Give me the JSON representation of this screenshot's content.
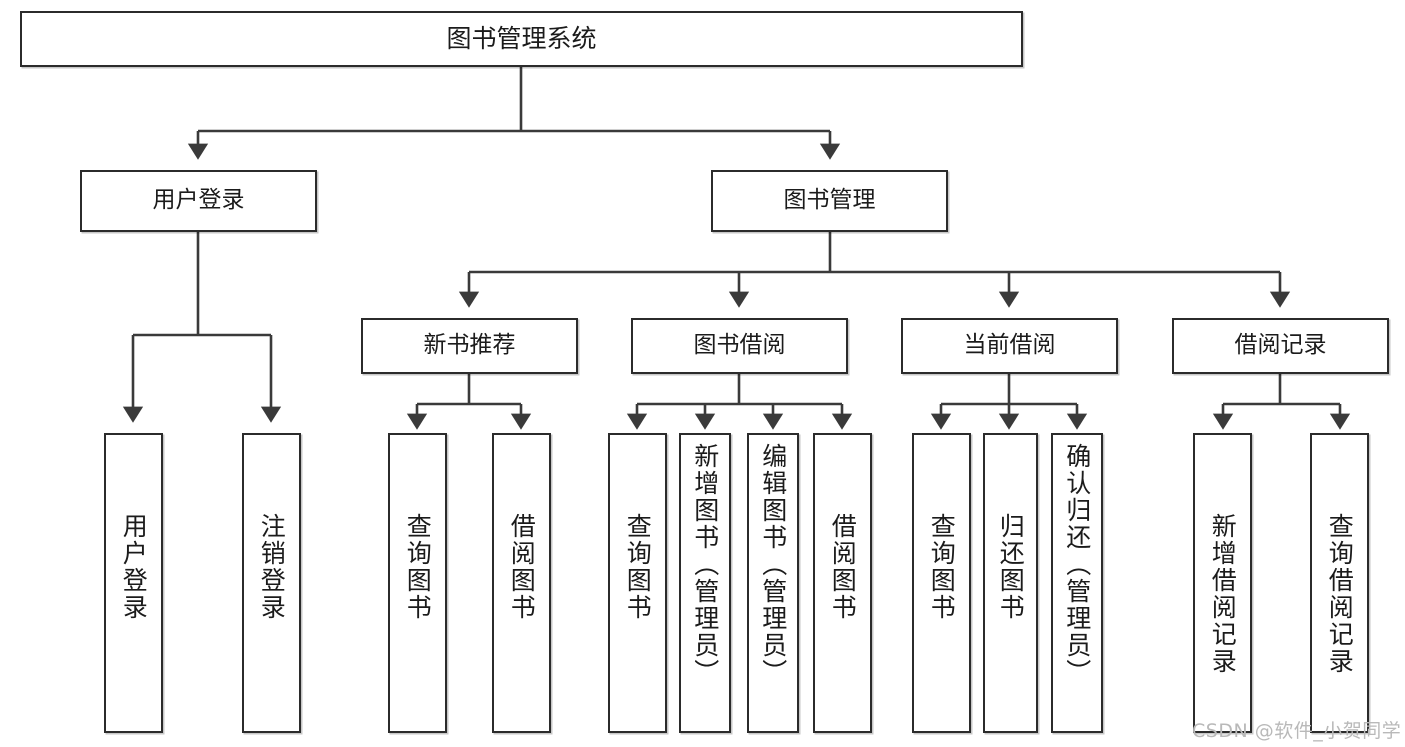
{
  "diagram": {
    "type": "hierarchy-tree",
    "title": "图书管理系统",
    "orientation": "top-down",
    "colors": {
      "box_border": "#2b2b2b",
      "box_fill": "#ffffff",
      "connector": "#3a3a3a",
      "text": "#1b1b1b",
      "watermark": "#b9b9b9",
      "canvas": "#ffffff"
    },
    "root": {
      "label": "图书管理系统"
    },
    "level1": [
      {
        "label": "用户登录"
      },
      {
        "label": "图书管理"
      }
    ],
    "level2": [
      {
        "label": "新书推荐"
      },
      {
        "label": "图书借阅"
      },
      {
        "label": "当前借阅"
      },
      {
        "label": "借阅记录"
      }
    ],
    "leaves": {
      "user_login": [
        {
          "label": "用户登录"
        },
        {
          "label": "注销登录"
        }
      ],
      "new_book_recommend": [
        {
          "label": "查询图书"
        },
        {
          "label": "借阅图书"
        }
      ],
      "book_borrow": [
        {
          "label": "查询图书"
        },
        {
          "label": "新增图书（管理员）"
        },
        {
          "label": "编辑图书（管理员）"
        },
        {
          "label": "借阅图书"
        }
      ],
      "current_borrow": [
        {
          "label": "查询图书"
        },
        {
          "label": "归还图书"
        },
        {
          "label": "确认归还（管理员）"
        }
      ],
      "borrow_record": [
        {
          "label": "新增借阅记录"
        },
        {
          "label": "查询借阅记录"
        }
      ]
    }
  },
  "watermark": {
    "text": "CSDN @软件_小贺同学"
  }
}
